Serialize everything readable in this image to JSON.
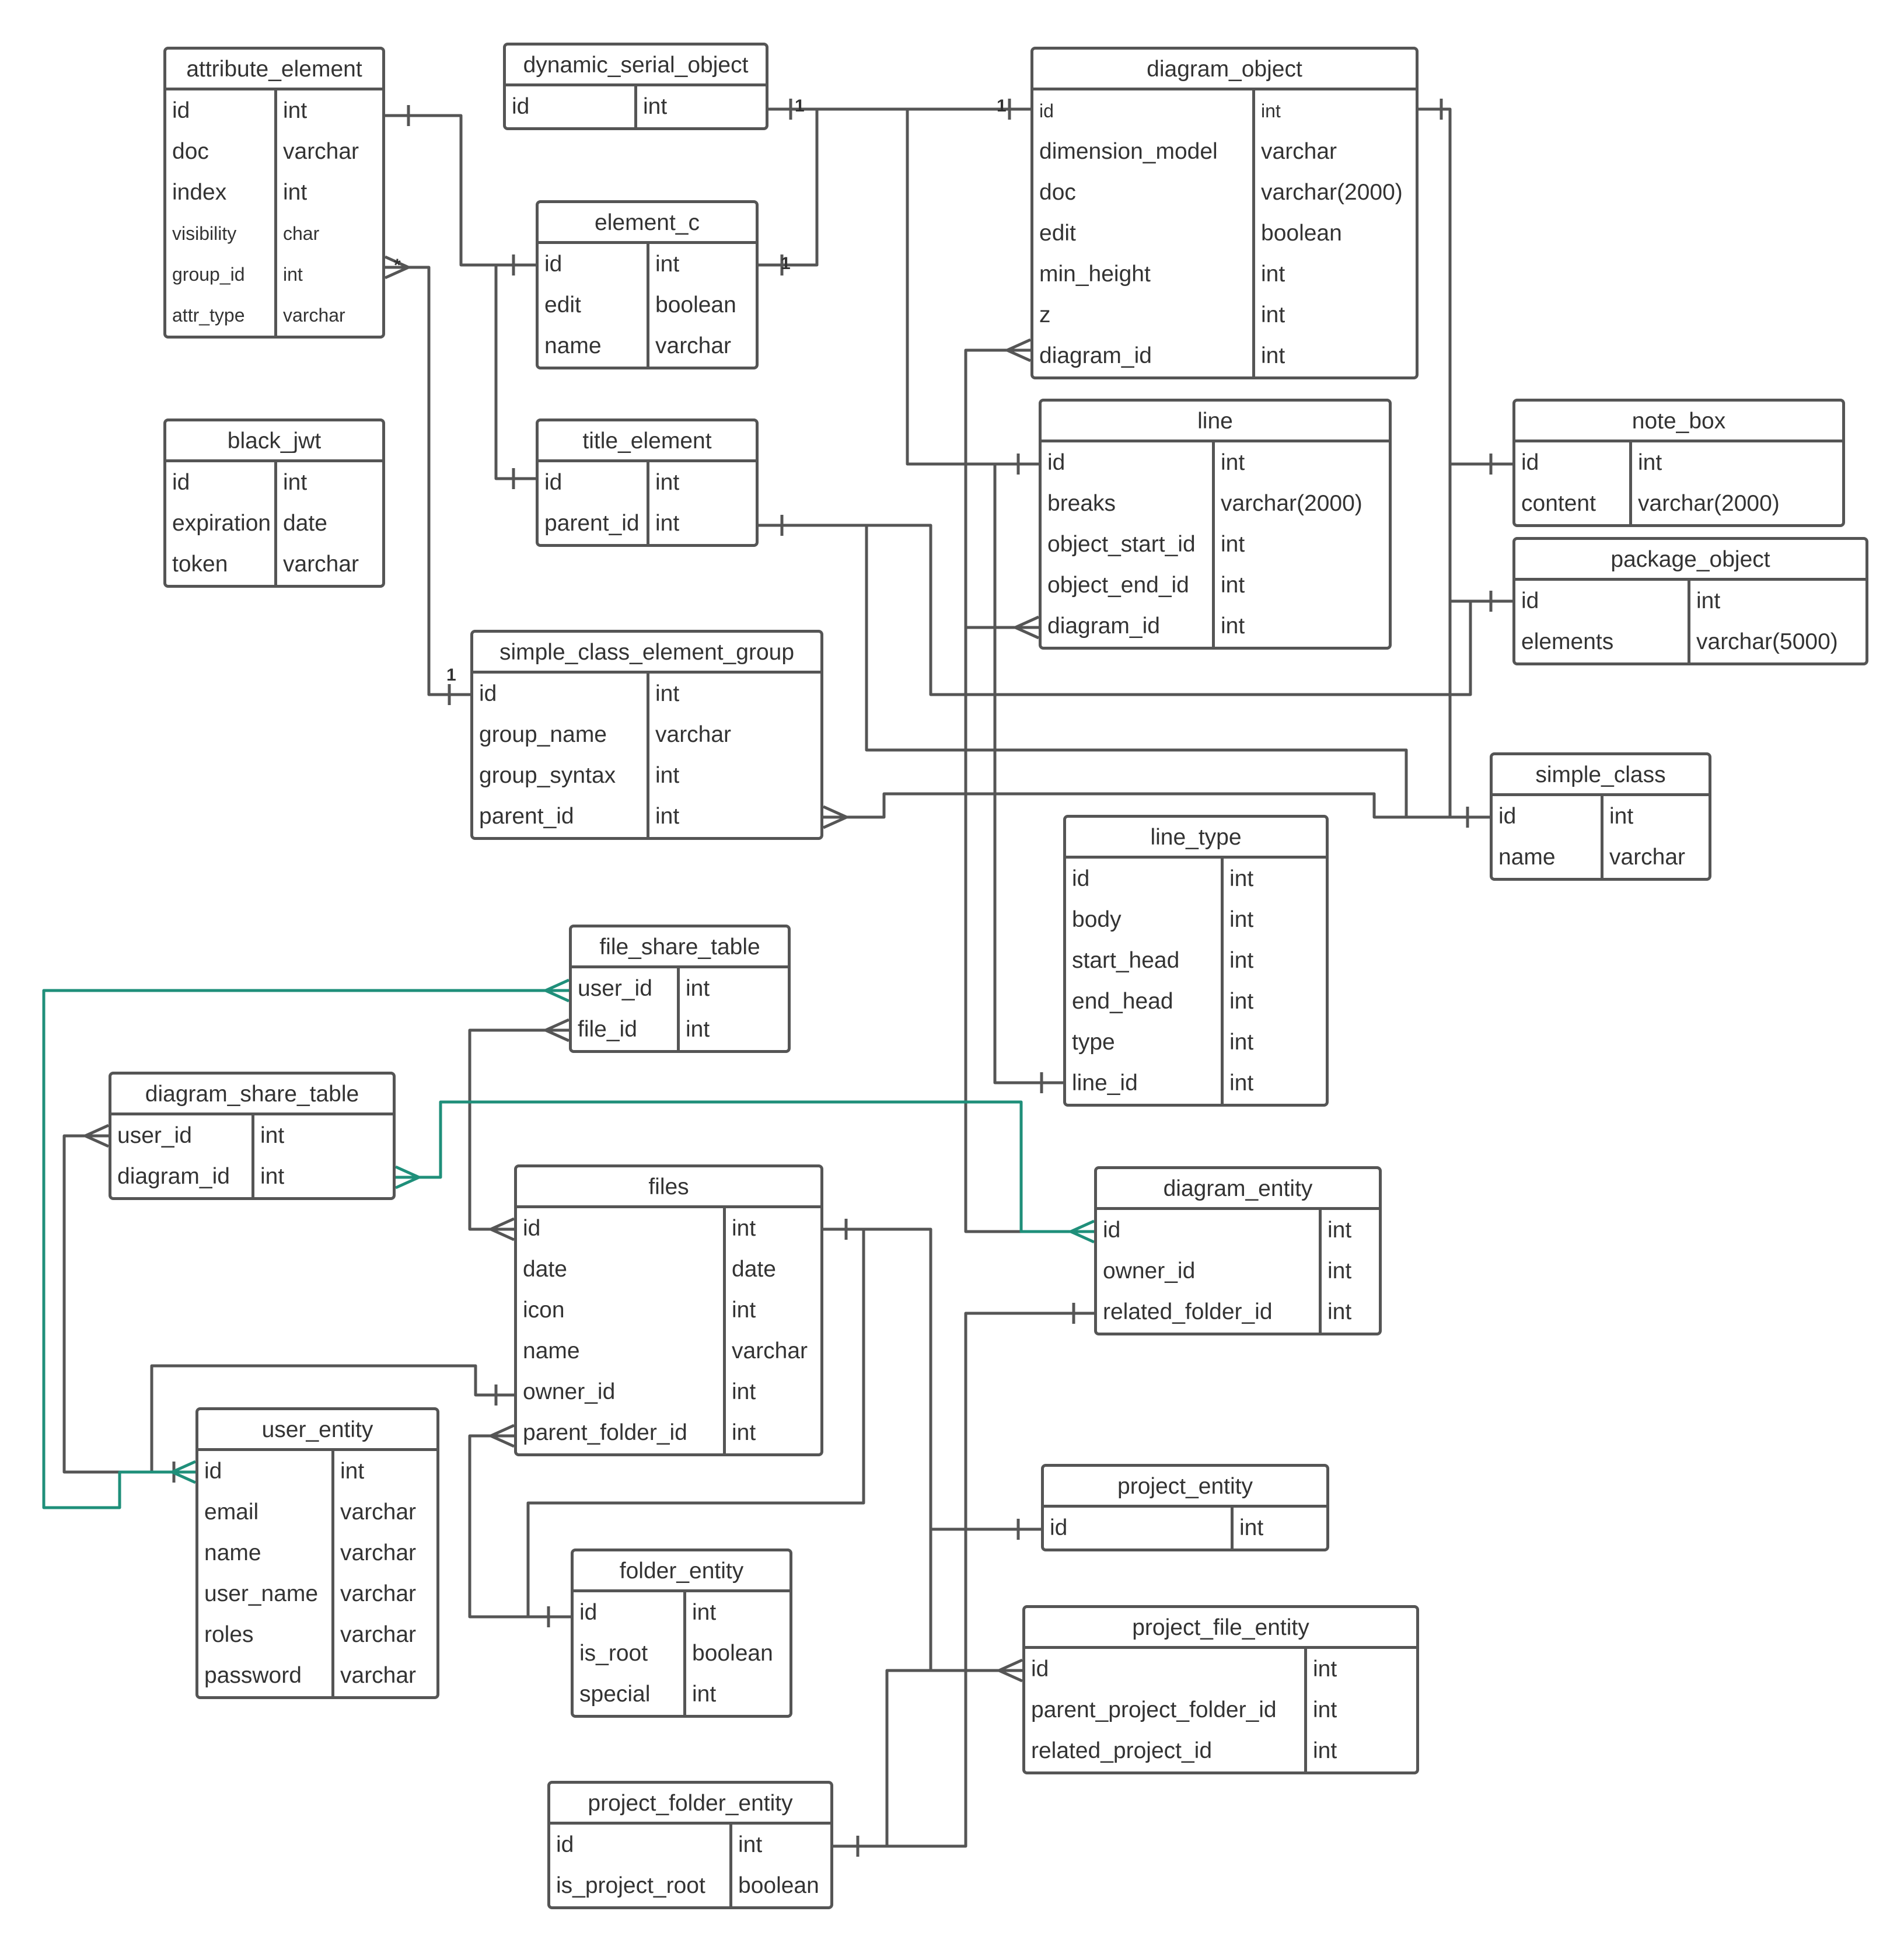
{
  "colors": {
    "line": "#555555",
    "accent": "#1f8f7a",
    "text": "#333333",
    "background": "#ffffff"
  },
  "tables": [
    {
      "name": "attribute_element",
      "columns": [
        {
          "name": "id",
          "type": "int"
        },
        {
          "name": "doc",
          "type": "varchar"
        },
        {
          "name": "index",
          "type": "int"
        },
        {
          "name": "visibility",
          "type": "char"
        },
        {
          "name": "group_id",
          "type": "int"
        },
        {
          "name": "attr_type",
          "type": "varchar"
        }
      ]
    },
    {
      "name": "dynamic_serial_object",
      "columns": [
        {
          "name": "id",
          "type": "int"
        }
      ]
    },
    {
      "name": "diagram_object",
      "columns": [
        {
          "name": "id",
          "type": "int"
        },
        {
          "name": "dimension_model",
          "type": "varchar"
        },
        {
          "name": "doc",
          "type": "varchar(2000)"
        },
        {
          "name": "edit",
          "type": "boolean"
        },
        {
          "name": "min_height",
          "type": "int"
        },
        {
          "name": "z",
          "type": "int"
        },
        {
          "name": "diagram_id",
          "type": "int"
        }
      ]
    },
    {
      "name": "element_c",
      "columns": [
        {
          "name": "id",
          "type": "int"
        },
        {
          "name": "edit",
          "type": "boolean"
        },
        {
          "name": "name",
          "type": "varchar"
        }
      ]
    },
    {
      "name": "black_jwt",
      "columns": [
        {
          "name": "id",
          "type": "int"
        },
        {
          "name": "expiration",
          "type": "date"
        },
        {
          "name": "token",
          "type": "varchar"
        }
      ]
    },
    {
      "name": "title_element",
      "columns": [
        {
          "name": "id",
          "type": "int"
        },
        {
          "name": "parent_id",
          "type": "int"
        }
      ]
    },
    {
      "name": "line",
      "columns": [
        {
          "name": "id",
          "type": "int"
        },
        {
          "name": "breaks",
          "type": "varchar(2000)"
        },
        {
          "name": "object_start_id",
          "type": "int"
        },
        {
          "name": "object_end_id",
          "type": "int"
        },
        {
          "name": "diagram_id",
          "type": "int"
        }
      ]
    },
    {
      "name": "note_box",
      "columns": [
        {
          "name": "id",
          "type": "int"
        },
        {
          "name": "content",
          "type": "varchar(2000)"
        }
      ]
    },
    {
      "name": "package_object",
      "columns": [
        {
          "name": "id",
          "type": "int"
        },
        {
          "name": "elements",
          "type": "varchar(5000)"
        }
      ]
    },
    {
      "name": "simple_class_element_group",
      "columns": [
        {
          "name": "id",
          "type": "int"
        },
        {
          "name": "group_name",
          "type": "varchar"
        },
        {
          "name": "group_syntax",
          "type": "int"
        },
        {
          "name": "parent_id",
          "type": "int"
        }
      ]
    },
    {
      "name": "simple_class",
      "columns": [
        {
          "name": "id",
          "type": "int"
        },
        {
          "name": "name",
          "type": "varchar"
        }
      ]
    },
    {
      "name": "line_type",
      "columns": [
        {
          "name": "id",
          "type": "int"
        },
        {
          "name": "body",
          "type": "int"
        },
        {
          "name": "start_head",
          "type": "int"
        },
        {
          "name": "end_head",
          "type": "int"
        },
        {
          "name": "type",
          "type": "int"
        },
        {
          "name": "line_id",
          "type": "int"
        }
      ]
    },
    {
      "name": "file_share_table",
      "columns": [
        {
          "name": "user_id",
          "type": "int"
        },
        {
          "name": "file_id",
          "type": "int"
        }
      ]
    },
    {
      "name": "diagram_share_table",
      "columns": [
        {
          "name": "user_id",
          "type": "int"
        },
        {
          "name": "diagram_id",
          "type": "int"
        }
      ]
    },
    {
      "name": "files",
      "columns": [
        {
          "name": "id",
          "type": "int"
        },
        {
          "name": "date",
          "type": "date"
        },
        {
          "name": "icon",
          "type": "int"
        },
        {
          "name": "name",
          "type": "varchar"
        },
        {
          "name": "owner_id",
          "type": "int"
        },
        {
          "name": "parent_folder_id",
          "type": "int"
        }
      ]
    },
    {
      "name": "diagram_entity",
      "columns": [
        {
          "name": "id",
          "type": "int"
        },
        {
          "name": "owner_id",
          "type": "int"
        },
        {
          "name": "related_folder_id",
          "type": "int"
        }
      ]
    },
    {
      "name": "user_entity",
      "columns": [
        {
          "name": "id",
          "type": "int"
        },
        {
          "name": "email",
          "type": "varchar"
        },
        {
          "name": "name",
          "type": "varchar"
        },
        {
          "name": "user_name",
          "type": "varchar"
        },
        {
          "name": "roles",
          "type": "varchar"
        },
        {
          "name": "password",
          "type": "varchar"
        }
      ]
    },
    {
      "name": "project_entity",
      "columns": [
        {
          "name": "id",
          "type": "int"
        }
      ]
    },
    {
      "name": "folder_entity",
      "columns": [
        {
          "name": "id",
          "type": "int"
        },
        {
          "name": "is_root",
          "type": "boolean"
        },
        {
          "name": "special",
          "type": "int"
        }
      ]
    },
    {
      "name": "project_file_entity",
      "columns": [
        {
          "name": "id",
          "type": "int"
        },
        {
          "name": "parent_project_folder_id",
          "type": "int"
        },
        {
          "name": "related_project_id",
          "type": "int"
        }
      ]
    },
    {
      "name": "project_folder_entity",
      "columns": [
        {
          "name": "id",
          "type": "int"
        },
        {
          "name": "is_project_root",
          "type": "boolean"
        }
      ]
    }
  ],
  "cardinality_labels": {
    "one": "1",
    "many": "*"
  }
}
